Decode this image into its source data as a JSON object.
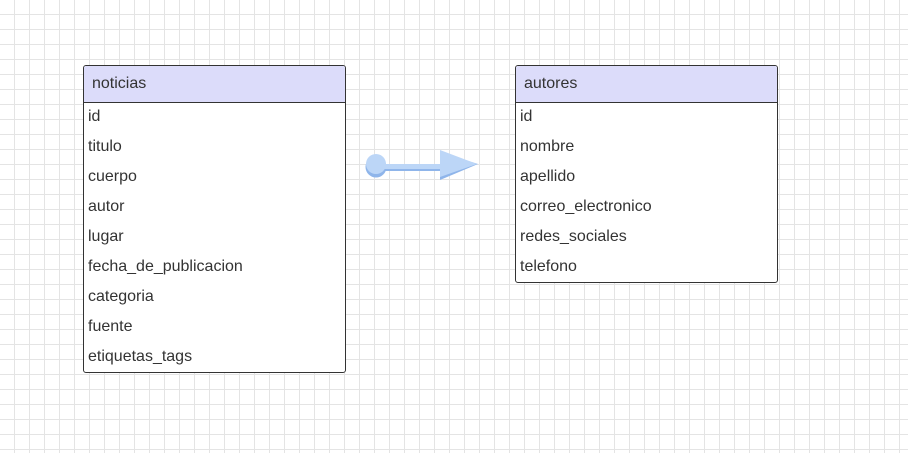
{
  "entities": [
    {
      "id": "noticias",
      "title": "noticias",
      "fields": [
        "id",
        "titulo",
        "cuerpo",
        "autor",
        "lugar",
        "fecha_de_publicacion",
        "categoria",
        "fuente",
        "etiquetas_tags"
      ]
    },
    {
      "id": "autores",
      "title": "autores",
      "fields": [
        "id",
        "nombre",
        "apellido",
        "correo_electronico",
        "redes_sociales",
        "telefono"
      ]
    }
  ],
  "relationship": {
    "from": "noticias",
    "to": "autores",
    "style": "dot-to-arrowhead",
    "color": "#bcd6f7"
  },
  "colors": {
    "entity_header": "#dcdcfa",
    "entity_border": "#333333",
    "text": "#333333",
    "connector_fill": "#bcd6f7",
    "connector_shadow": "#8fb5ea",
    "grid": "#e4e4e4"
  }
}
